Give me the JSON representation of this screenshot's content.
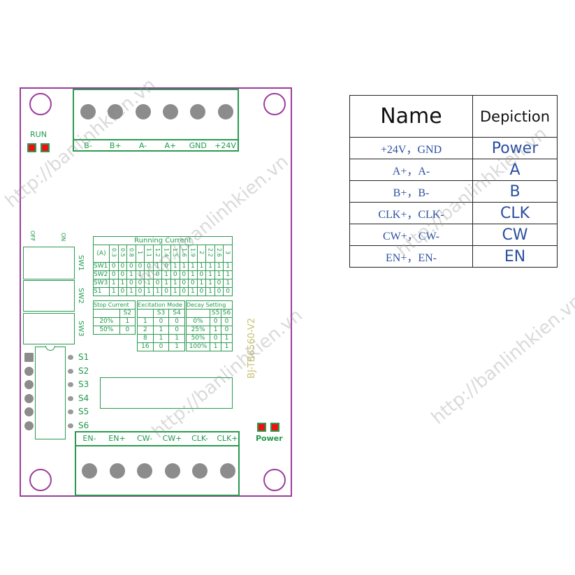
{
  "watermark": "http://banlinhkien.vn",
  "board": {
    "top_terminals": [
      "B-",
      "B+",
      "A-",
      "A+",
      "GND",
      "+24V"
    ],
    "bottom_terminals": [
      "EN-",
      "EN+",
      "CW-",
      "CW+",
      "CLK-",
      "CLK+"
    ],
    "run_label": "RUN",
    "power_label": "Power",
    "off_label": "OFF",
    "on_label": "ON",
    "switches": [
      "SW1",
      "SW2",
      "SW3"
    ],
    "dip_labels": [
      "S1",
      "S2",
      "S3",
      "S4",
      "S5",
      "S6"
    ],
    "model": "BJ-TB6560-V2"
  },
  "running_current": {
    "title": "Running Current",
    "unit": "(A)",
    "currents": [
      "0.3",
      "0.5",
      "0.8",
      "1",
      "1.1",
      "1.2",
      "1.4",
      "1.5",
      "1.6",
      "1.9",
      "2",
      "2.2",
      "2.6",
      "3"
    ],
    "rows": [
      {
        "name": "SW1",
        "values": [
          "0",
          "0",
          "0",
          "0",
          "0",
          "1",
          "0",
          "1",
          "1",
          "1",
          "1",
          "1",
          "1",
          "1"
        ]
      },
      {
        "name": "SW2",
        "values": [
          "0",
          "0",
          "1",
          "1",
          "1",
          "0",
          "1",
          "0",
          "0",
          "1",
          "0",
          "1",
          "1",
          "1"
        ]
      },
      {
        "name": "SW3",
        "values": [
          "1",
          "1",
          "0",
          "0",
          "1",
          "0",
          "1",
          "1",
          "0",
          "0",
          "1",
          "1",
          "0",
          "1"
        ]
      },
      {
        "name": "S1",
        "values": [
          "1",
          "0",
          "1",
          "0",
          "1",
          "1",
          "0",
          "1",
          "0",
          "1",
          "0",
          "1",
          "0",
          "0"
        ]
      }
    ]
  },
  "stop_current": {
    "title": "Stop Current",
    "headers": [
      "",
      "S2"
    ],
    "rows": [
      [
        "20%",
        "1"
      ],
      [
        "50%",
        "0"
      ]
    ]
  },
  "excitation_mode": {
    "title": "Excitation Mode",
    "headers": [
      "",
      "S3",
      "S4"
    ],
    "rows": [
      [
        "1",
        "0",
        "0"
      ],
      [
        "2",
        "1",
        "0"
      ],
      [
        "8",
        "1",
        "1"
      ],
      [
        "16",
        "0",
        "1"
      ]
    ]
  },
  "decay_setting": {
    "title": "Decay Setting",
    "headers": [
      "",
      "S5",
      "S6"
    ],
    "rows": [
      [
        "0%",
        "0",
        "0"
      ],
      [
        "25%",
        "1",
        "0"
      ],
      [
        "50%",
        "0",
        "1"
      ],
      [
        "100%",
        "1",
        "1"
      ]
    ]
  },
  "info_table": {
    "headers": [
      "Name",
      "Depiction"
    ],
    "rows": [
      [
        "+24V，GND",
        "Power"
      ],
      [
        "A+，A-",
        "A"
      ],
      [
        "B+，B-",
        "B"
      ],
      [
        "CLK+，CLK-",
        "CLK"
      ],
      [
        "CW+，CW-",
        "CW"
      ],
      [
        "EN+，EN-",
        "EN"
      ]
    ]
  },
  "colors": {
    "board": "#9c3c9c",
    "silk": "#1f9a4c",
    "led": "#ee1111",
    "blue_text": "#2b4fa0"
  }
}
